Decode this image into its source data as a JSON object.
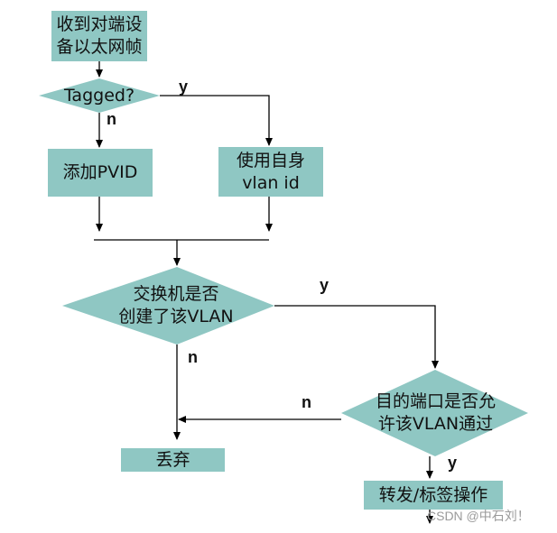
{
  "nodes": {
    "receive": "收到对端设\n备以太网帧",
    "tagged": "Tagged?",
    "add_pvid": "添加PVID",
    "use_own_vlan": "使用自身\nvlan id",
    "vlan_created": "交换机是否\n创建了该VLAN",
    "port_allows": "目的端口是否允\n许该VLAN通过",
    "discard": "丢弃",
    "forward": "转发/标签操作"
  },
  "edge_labels": {
    "tagged_yes": "y",
    "tagged_no": "n",
    "created_yes": "y",
    "created_no": "n",
    "allows_no": "n",
    "allows_yes": "y"
  },
  "watermark": "CSDN @中石刘！",
  "colors": {
    "node_fill": "#8fc7c3",
    "line": "#000000"
  }
}
